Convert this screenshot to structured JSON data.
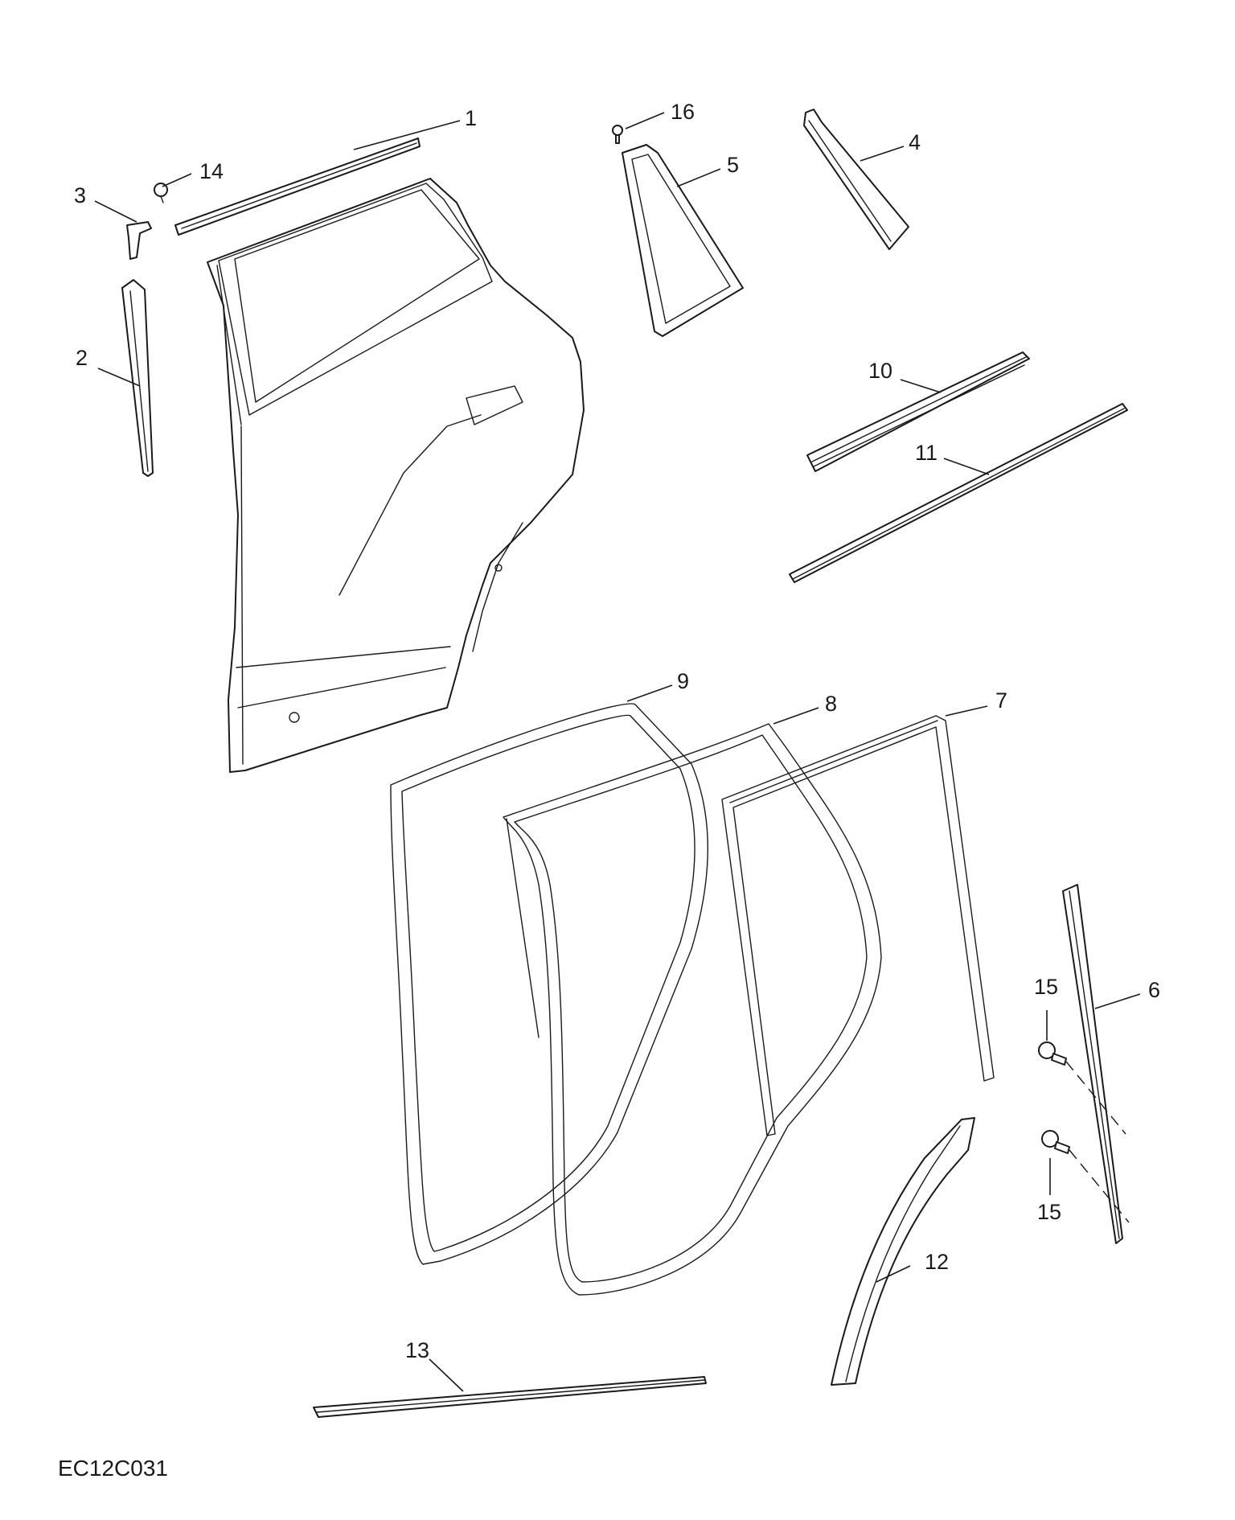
{
  "diagram_reference": "EC12C031",
  "callouts": [
    "1",
    "2",
    "3",
    "4",
    "5",
    "6",
    "7",
    "8",
    "9",
    "10",
    "11",
    "12",
    "13",
    "14",
    "15",
    "15",
    "16"
  ]
}
